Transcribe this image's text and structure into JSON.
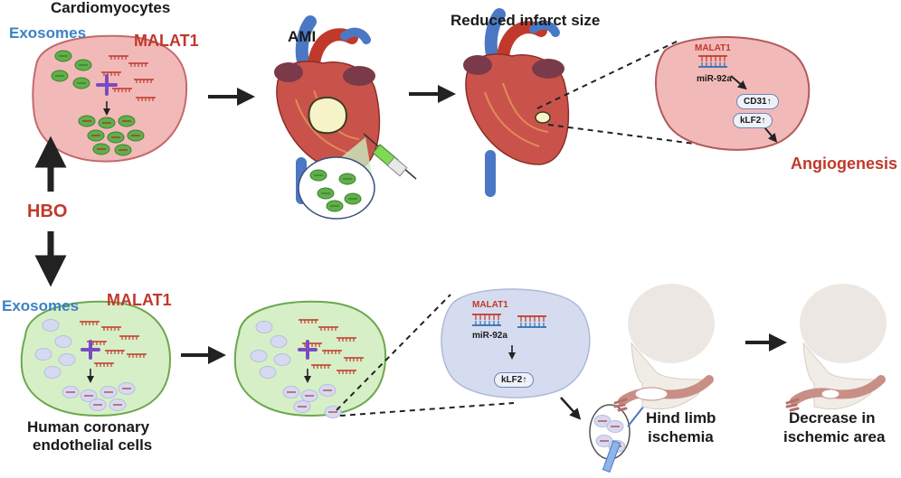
{
  "top": {
    "title": "Cardiomyocytes",
    "exosomes_label": "Exosomes",
    "malat1_label": "MALAT1",
    "ami_label": "AMI",
    "reduced_label": "Reduced infarct size",
    "zoom_malat1": "MALAT1",
    "zoom_mir": "miR-92a",
    "cd31_badge": "CD31↑",
    "klf2_badge": "kLF2↑",
    "outcome": "Angiogenesis"
  },
  "middle": {
    "hbo_label": "HBO"
  },
  "bottom": {
    "exosomes_label": "Exosomes",
    "malat1_label": "MALAT1",
    "cell_label_line1": "Human coronary",
    "cell_label_line2": "endothelial cells",
    "zoom_malat1": "MALAT1",
    "zoom_mir": "miR-92a",
    "klf2_badge": "kLF2↑",
    "hind_line1": "Hind limb",
    "hind_line2": "ischemia",
    "decrease_line1": "Decrease in",
    "decrease_line2": "ischemic area"
  },
  "colors": {
    "red_text": "#c0392b",
    "blue_text": "#3b82c4",
    "cell_pink": "#f2b9b9",
    "cell_green": "#d7efc6",
    "zoom_blue": "#d6dcef",
    "exosome_green": "#5fb04a"
  }
}
